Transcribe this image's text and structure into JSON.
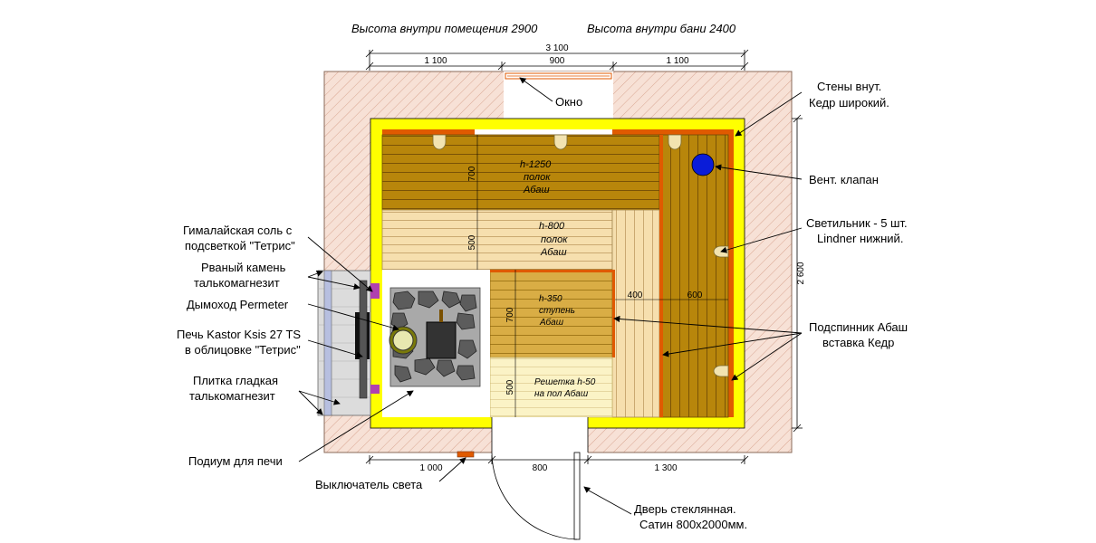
{
  "header": {
    "height_room": "Высота внутри помещения 2900",
    "height_sauna": "Высота внутри бани 2400"
  },
  "dims": {
    "total_top": "3 100",
    "top_left": "1 100",
    "top_window": "900",
    "top_right": "1 100",
    "right_height": "2 600",
    "bottom_left": "1 000",
    "bottom_door": "800",
    "bottom_right": "1 300",
    "d700_top": "700",
    "d500_mid": "500",
    "d700_step": "700",
    "d500_low": "500",
    "d400": "400",
    "d600": "600"
  },
  "benches": {
    "top_h": "h-1250",
    "top_name": "полок",
    "top_wood": "Абаш",
    "mid_h": "h-800",
    "mid_name": "полок",
    "mid_wood": "Абаш",
    "step_h": "h-350",
    "step_name": "ступень",
    "step_wood": "Абаш",
    "grid_1": "Решетка h-50",
    "grid_2": "на пол Абаш"
  },
  "labels": {
    "window": "Окно",
    "walls_1": "Стены внут.",
    "walls_2": "Кедр широкий.",
    "vent": "Вент. клапан",
    "lamp_1": "Светильник - 5 шт.",
    "lamp_2": "Lindner нижний.",
    "under_1": "Подспинник Абаш",
    "under_2": "вставка Кедр",
    "door_1": "Дверь стеклянная.",
    "door_2": "Сатин 800х2000мм.",
    "switch": "Выключатель света",
    "podium": "Подиум для печи",
    "tile_1": "Плитка гладкая",
    "tile_2": "талькомагнезит",
    "stove_1": "Печь Kastor Ksis 27 TS",
    "stove_2": "в облицовке \"Тетрис\"",
    "chimney": "Дымоход Permeter",
    "stone_1": "Рваный камень",
    "stone_2": "талькомагнезит",
    "salt_1": "Гималайская соль с",
    "salt_2": "подсветкой \"Тетрис\""
  },
  "colors": {
    "outer_wall": "#f5ddd0",
    "insulation": "#ffff00",
    "bench_dark": "#b8860b",
    "bench_mid": "#d4a83a",
    "bench_light": "#f5deaa",
    "trim": "#e05a00",
    "vent": "#0a1cd8",
    "stone_box": "#a9a9a9"
  }
}
